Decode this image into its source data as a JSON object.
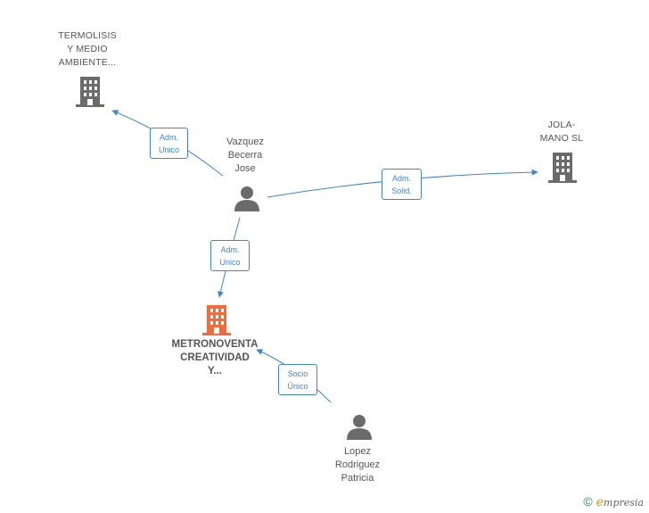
{
  "nodes": {
    "termolisis": {
      "lines": [
        "TERMOLISIS",
        "Y MEDIO",
        "AMBIENTE..."
      ],
      "type": "company"
    },
    "jolamano": {
      "lines": [
        "JOLA-",
        "MANO  SL"
      ],
      "type": "company"
    },
    "metronoventa": {
      "lines": [
        "METRONOVENTA",
        "CREATIVIDAD",
        "Y..."
      ],
      "type": "company-main"
    },
    "vazquez": {
      "lines": [
        "Vazquez",
        "Becerra",
        "Jose"
      ],
      "type": "person"
    },
    "lopez": {
      "lines": [
        "Lopez",
        "Rodriguez",
        "Patricia"
      ],
      "type": "person"
    }
  },
  "edges": {
    "e1": {
      "lines": [
        "Adm.",
        "Unico"
      ]
    },
    "e2": {
      "lines": [
        "Adm.",
        "Solid."
      ]
    },
    "e3": {
      "lines": [
        "Adm.",
        "Unico"
      ]
    },
    "e4": {
      "lines": [
        "Socio",
        "Único"
      ]
    }
  },
  "colors": {
    "edge": "#3d85d6",
    "company": "#6b6b6b",
    "company_main": "#f26b3a",
    "person": "#6b6b6b"
  },
  "icons": {
    "company": "building-icon",
    "person": "person-icon"
  },
  "watermark": {
    "symbol": "©",
    "brand_initial": "e",
    "brand_rest": "mpresia"
  }
}
